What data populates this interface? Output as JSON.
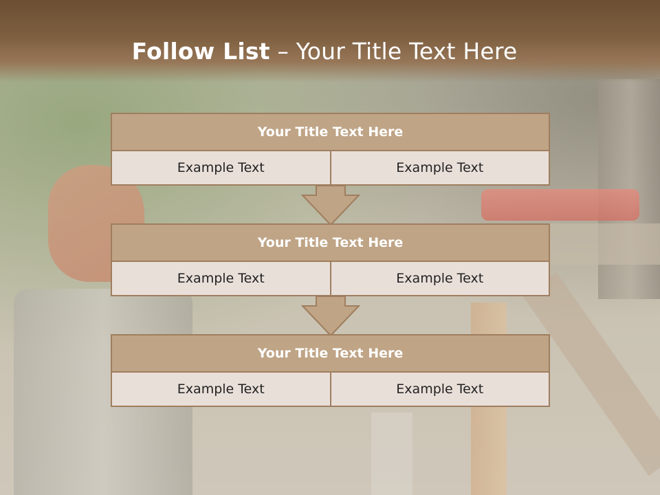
{
  "slide": {
    "title_bold": "Follow List",
    "title_rest": " – Your Title Text Here"
  },
  "items": [
    {
      "title": "Your Title Text Here",
      "left": "Example Text",
      "right": "Example Text"
    },
    {
      "title": "Your Title Text Here",
      "left": "Example Text",
      "right": "Example Text"
    },
    {
      "title": "Your Title Text Here",
      "left": "Example Text",
      "right": "Example Text"
    }
  ],
  "colors": {
    "header_brown": "#7e5f40",
    "box_title_fill": "#bfa486",
    "box_border": "#9f7e5f",
    "box_cell_fill": "#e9dfd9",
    "arrow_fill": "#bfa486"
  },
  "icons": [
    "down-arrow-icon",
    "down-arrow-icon"
  ]
}
